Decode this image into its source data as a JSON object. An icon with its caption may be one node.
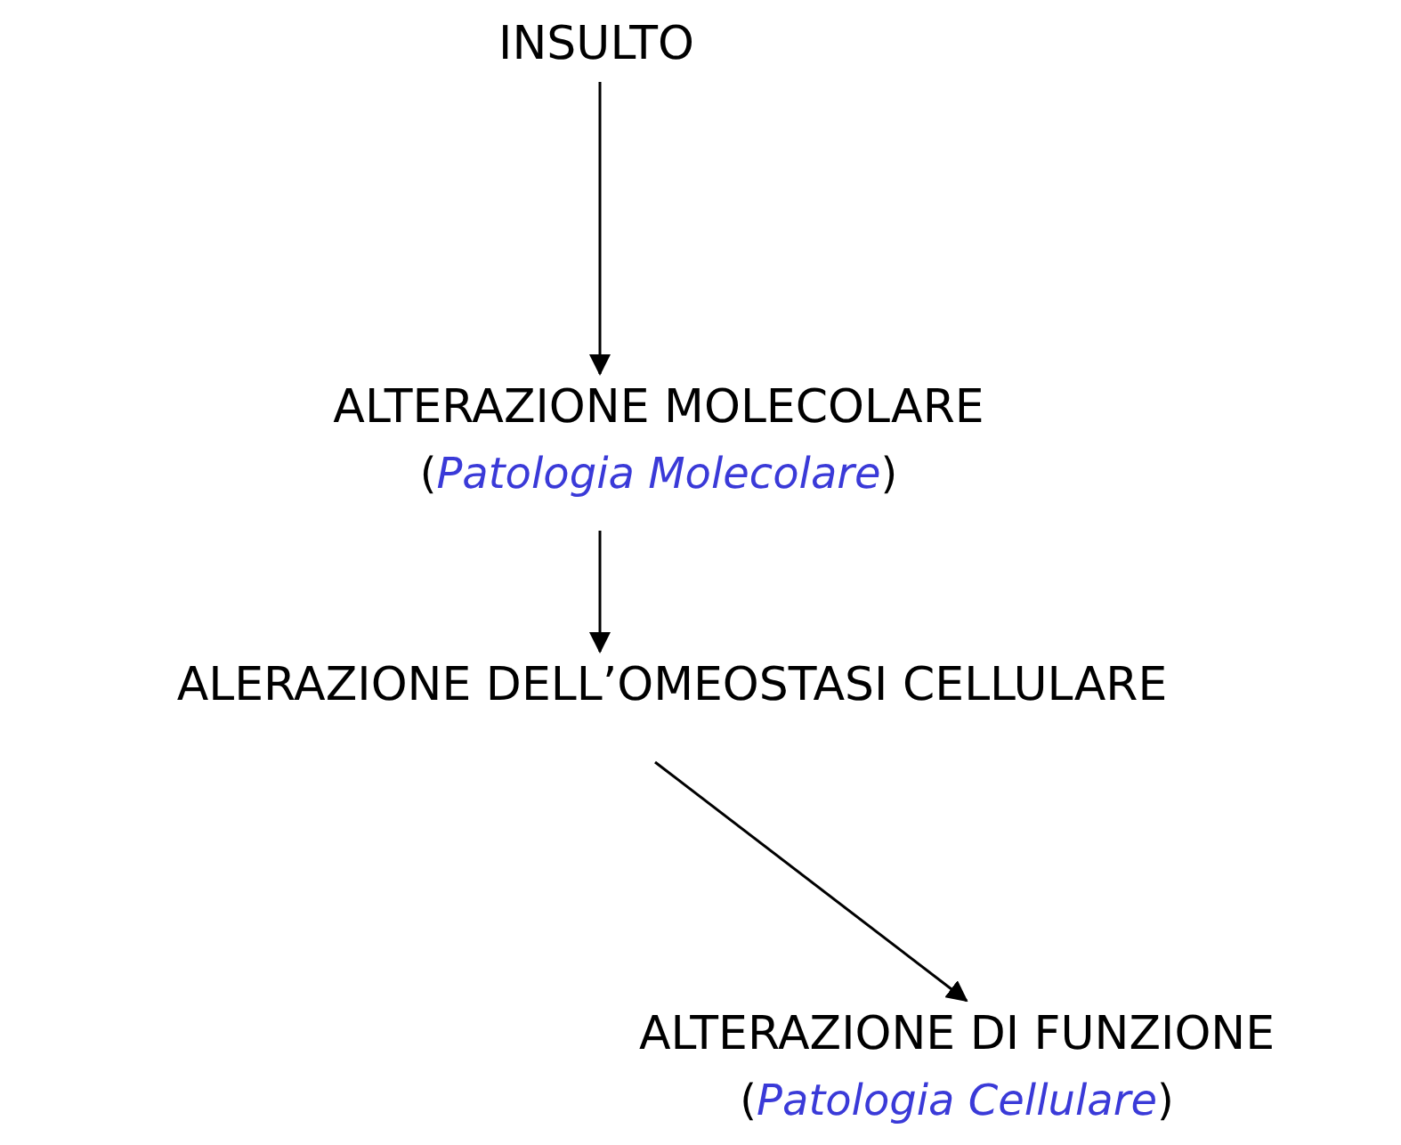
{
  "diagram": {
    "nodes": [
      {
        "text": [
          "INSULTO"
        ]
      },
      {
        "text": [
          "ALTERAZIONE MOLECOLARE",
          "(*Patologia Molecolare*)"
        ]
      },
      {
        "text": [
          "ALERAZIONE DELL’OMEOSTASI CELLULARE"
        ]
      },
      {
        "text": [
          "ALTERAZIONE DI FUNZIONE",
          "(*Patologia Cellulare*)"
        ]
      }
    ],
    "edges": [
      {
        "from": 0,
        "to": 1,
        "arrow": "to"
      },
      {
        "from": 1,
        "to": 2,
        "arrow": "to"
      },
      {
        "from": 2,
        "to": 3,
        "arrow": "to"
      }
    ]
  }
}
